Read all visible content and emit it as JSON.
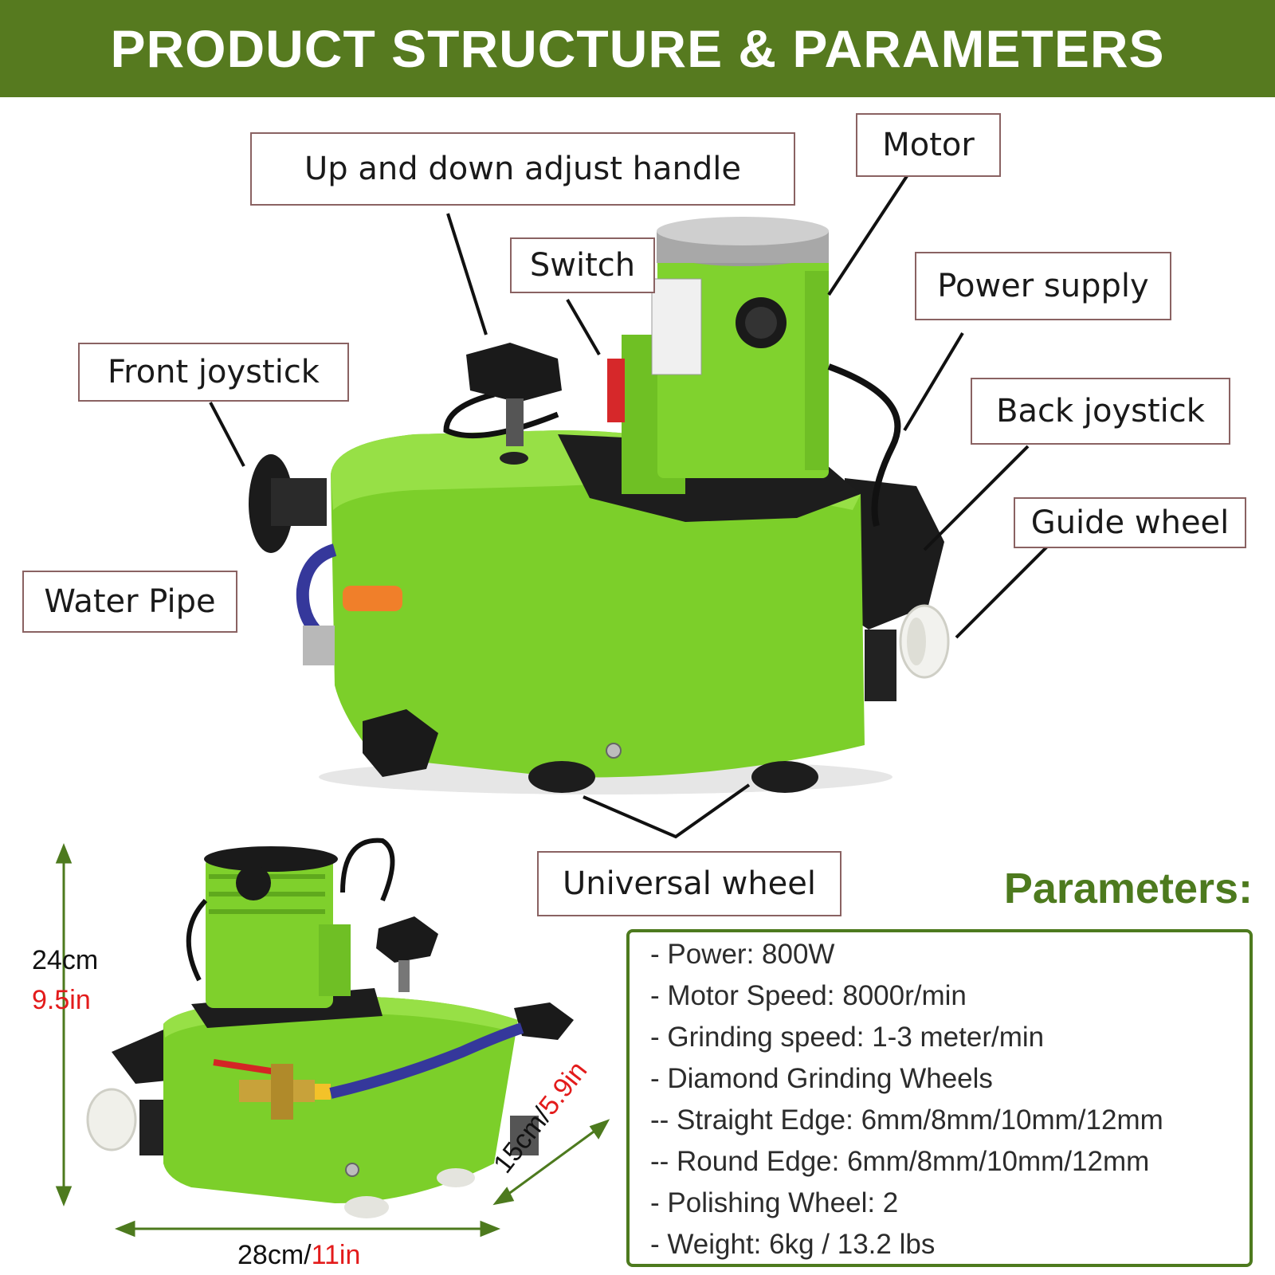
{
  "header": {
    "title": "PRODUCT STRUCTURE & PARAMETERS"
  },
  "labels": {
    "up_down_handle": "Up and down adjust handle",
    "motor": "Motor",
    "switch": "Switch",
    "power_supply": "Power supply",
    "front_joystick": "Front joystick",
    "back_joystick": "Back joystick",
    "guide_wheel": "Guide wheel",
    "water_pipe": "Water Pipe",
    "universal_wheel": "Universal wheel"
  },
  "dimensions": {
    "height_cm": "24cm",
    "height_in": "9.5in",
    "width_cm": "28cm/",
    "width_in": "11in",
    "depth_cm": "15cm/",
    "depth_in": "5.9in"
  },
  "parameters": {
    "title": "Parameters:",
    "items": [
      "- Power: 800W",
      "- Motor Speed: 8000r/min",
      "- Grinding speed: 1-3 meter/min",
      "- Diamond Grinding Wheels",
      "-- Straight Edge: 6mm/8mm/10mm/12mm",
      "-- Round Edge: 6mm/8mm/10mm/12mm",
      "- Polishing Wheel: 2",
      "- Weight: 6kg / 13.2 lbs"
    ]
  },
  "colors": {
    "banner": "#567a1f",
    "machine_green": "#7ccf2a",
    "accent_green": "#4d7a1e",
    "dimension_red": "#e31b1b"
  }
}
